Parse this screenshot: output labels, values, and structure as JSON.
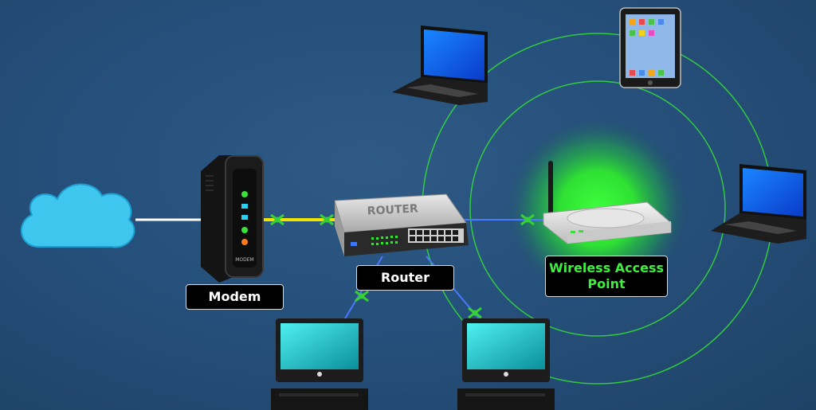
{
  "colors": {
    "background": "#26507c",
    "wireless_glow": "#33ff33",
    "ethernet_link": "#f2e200",
    "router_link": "#4a78ff",
    "connector": "#35d035",
    "cloud": "#3fc6ef",
    "label_bg": "#000000",
    "label_text": "#ffffff",
    "wap_label_text": "#3cf03c"
  },
  "devices": {
    "cloud": {
      "icon": "cloud-icon"
    },
    "modem": {
      "icon": "modem-icon",
      "label": "Modem",
      "face_text": "MODEM"
    },
    "router": {
      "icon": "router-icon",
      "label": "Router",
      "face_text": "ROUTER"
    },
    "wap": {
      "icon": "wireless-access-point-icon",
      "label_line1": "Wireless Access",
      "label_line2": "Point"
    },
    "laptops": [
      {
        "icon": "laptop-icon"
      },
      {
        "icon": "laptop-icon"
      }
    ],
    "tablet": {
      "icon": "tablet-icon"
    },
    "desktops": [
      {
        "icon": "desktop-computer-icon"
      },
      {
        "icon": "desktop-computer-icon"
      }
    ]
  },
  "links": [
    {
      "from": "cloud",
      "to": "modem",
      "type": "cable"
    },
    {
      "from": "modem",
      "to": "router",
      "type": "ethernet"
    },
    {
      "from": "router",
      "to": "wap",
      "type": "ethernet"
    },
    {
      "from": "router",
      "to": "desktop-1",
      "type": "ethernet"
    },
    {
      "from": "router",
      "to": "desktop-2",
      "type": "ethernet"
    },
    {
      "from": "wap",
      "to": "laptop-1",
      "type": "wireless"
    },
    {
      "from": "wap",
      "to": "laptop-2",
      "type": "wireless"
    },
    {
      "from": "wap",
      "to": "tablet",
      "type": "wireless"
    }
  ]
}
